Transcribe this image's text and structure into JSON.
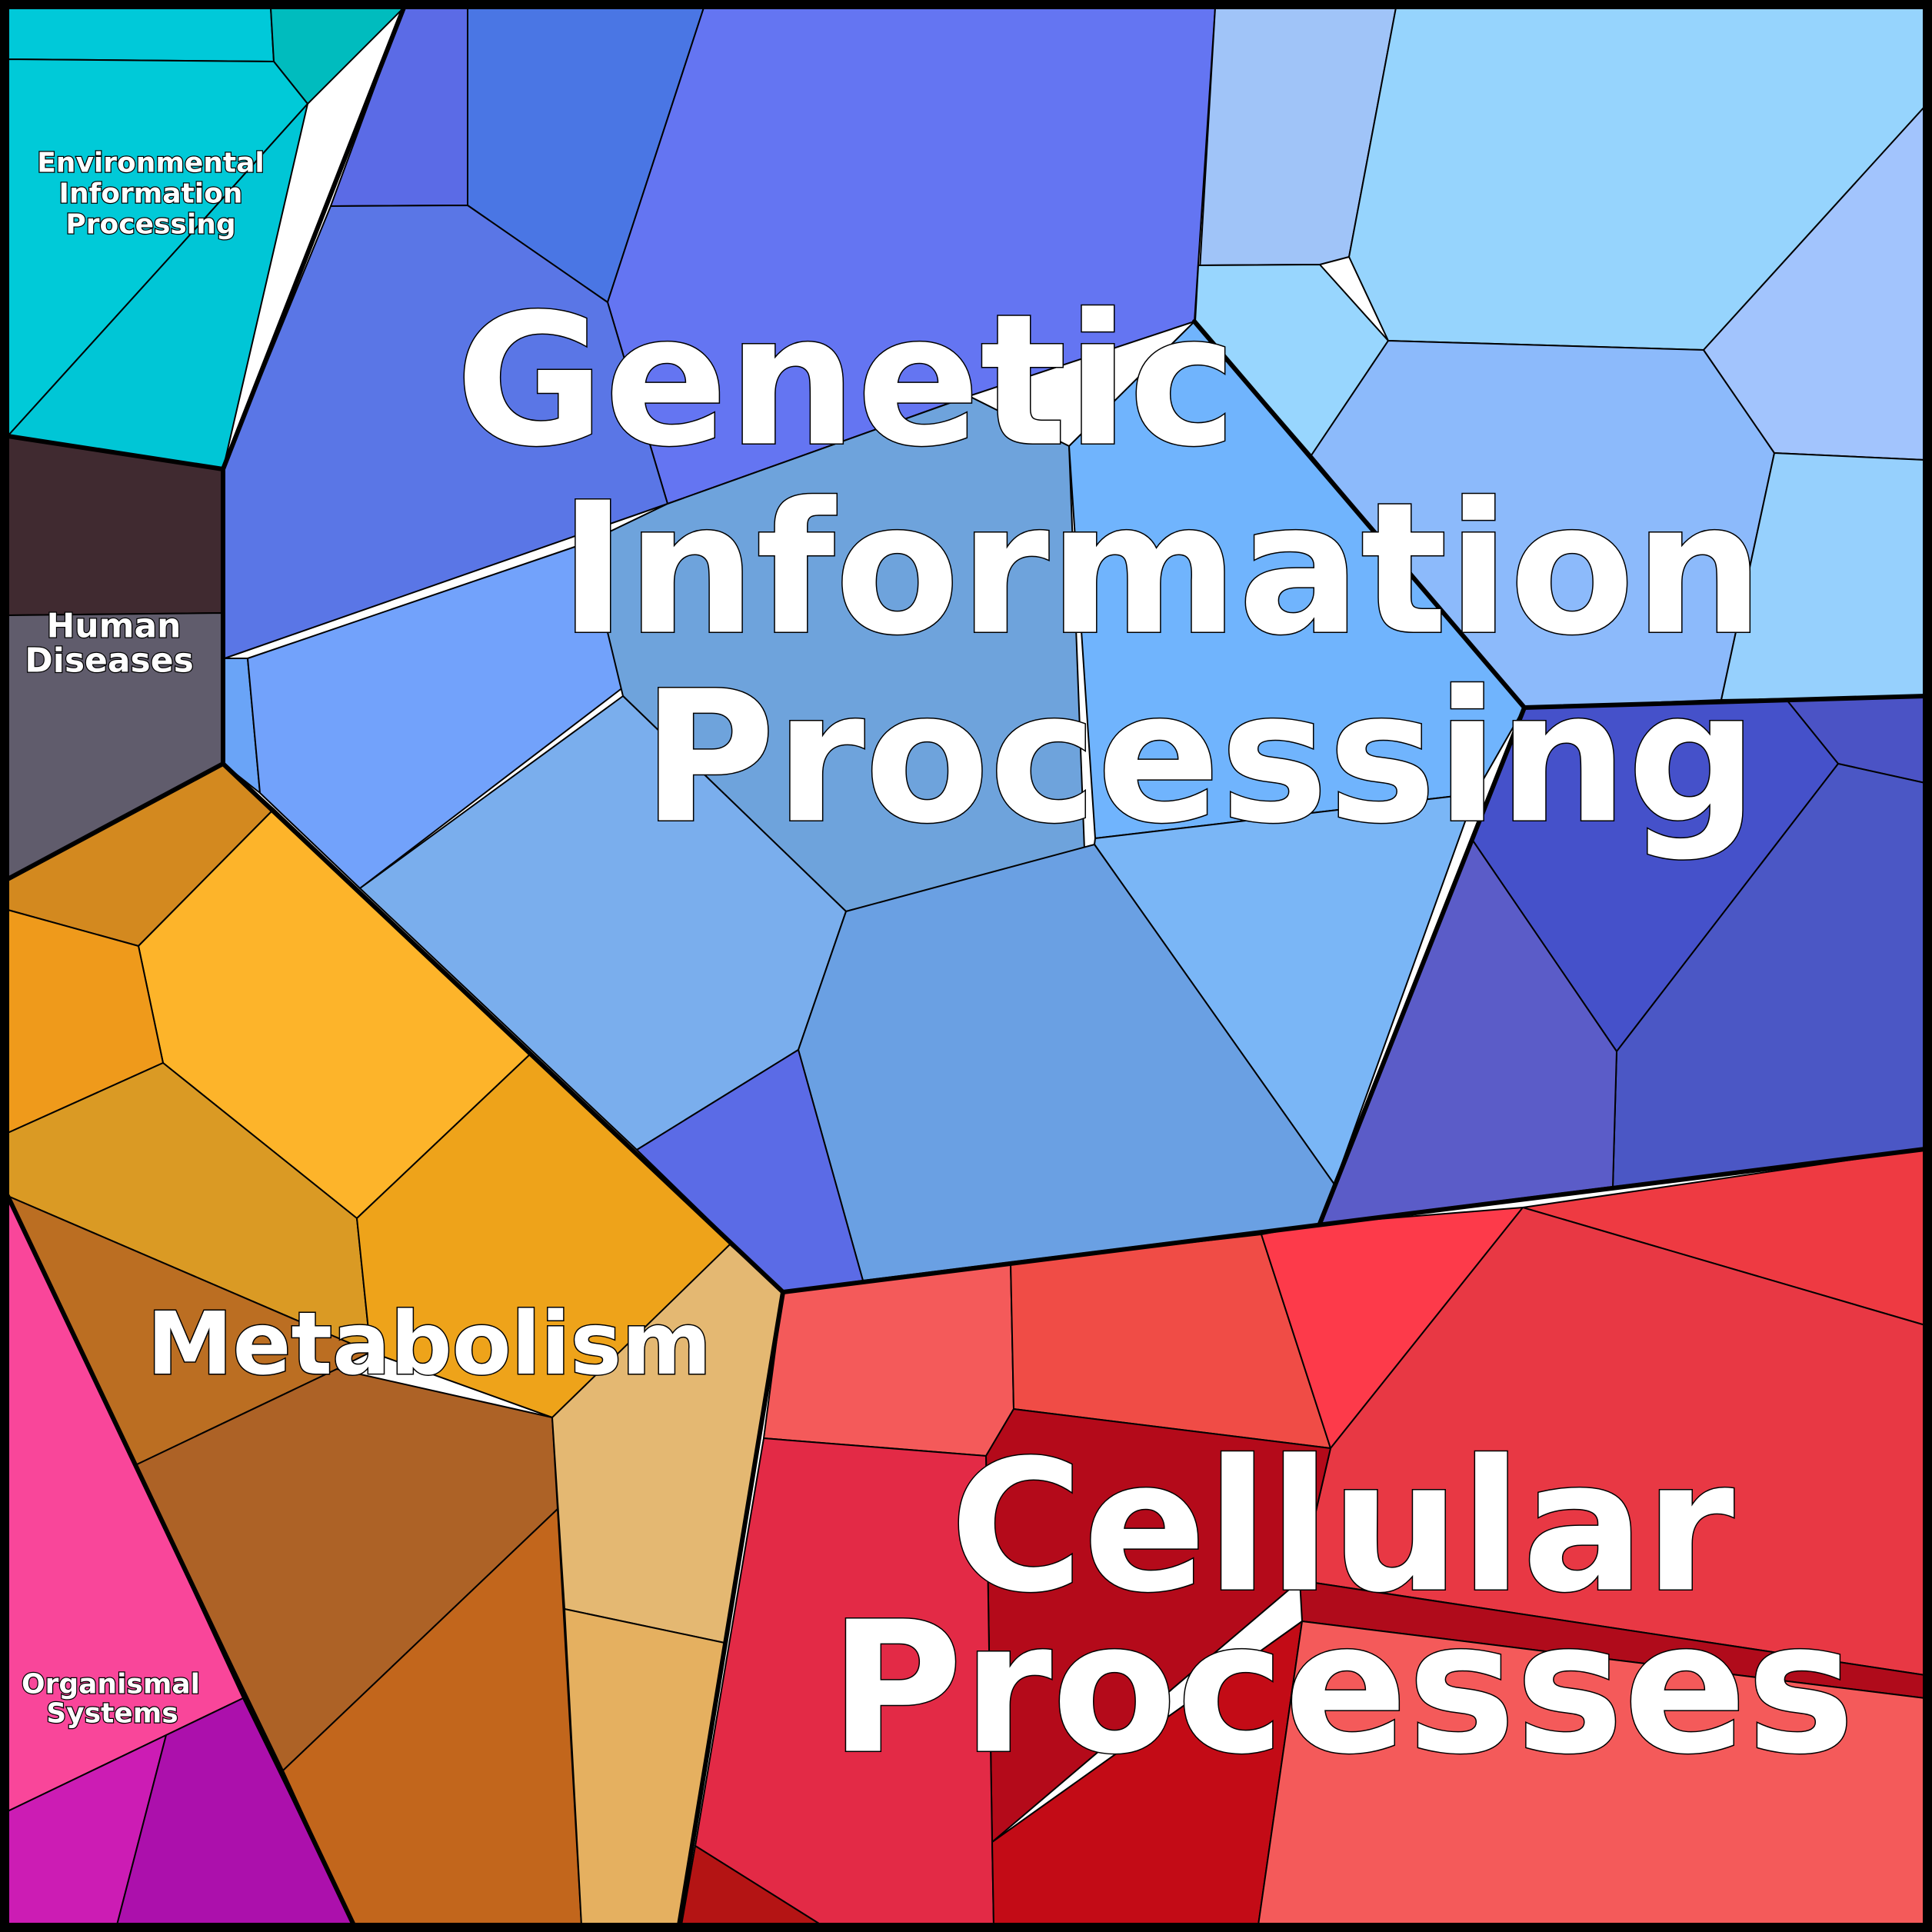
{
  "categories": [
    {
      "key": "genetic",
      "lines": [
        "Genetic",
        "Information",
        "Processing"
      ],
      "base_color": "#5b72e8",
      "palette": [
        "#5b6be6",
        "#4a76e4",
        "#6475f2",
        "#5a76e6",
        "#a0c4f8",
        "#96d4fd",
        "#98d6fe",
        "#8cbafb",
        "#a2c4fd",
        "#96d0fd",
        "#4b53c5",
        "#4551ca",
        "#4b57c5",
        "#5b5cc8",
        "#6aa4f7",
        "#72a2fb",
        "#6ea3dc",
        "#70b4fd",
        "#7ab6f6",
        "#7aaeed",
        "#6aa0e3"
      ]
    },
    {
      "key": "cellular",
      "lines": [
        "Cellular",
        "Processes"
      ],
      "base_color": "#e23040",
      "palette": [
        "#f45a5a",
        "#f04c46",
        "#fd3a4a",
        "#ee3a42",
        "#e83844",
        "#b40a1a",
        "#b00b1b",
        "#e32a46",
        "#b41414",
        "#c30b16"
      ]
    },
    {
      "key": "metabolism",
      "lines": [
        "Metabolism"
      ],
      "base_color": "#e0982a",
      "palette": [
        "#d3891f",
        "#fdb42a",
        "#ef9a1b",
        "#da9a24",
        "#eea31a",
        "#bb6e22",
        "#ad6226",
        "#c2661c",
        "#e4b872",
        "#e5b060"
      ]
    },
    {
      "key": "environmental",
      "lines": [
        "Environmental",
        "Information",
        "Processing"
      ],
      "base_color": "#00c8d8",
      "palette": [
        "#00c9d9",
        "#00bcbe",
        "#00cad8",
        "#00c6d6"
      ]
    },
    {
      "key": "human",
      "lines": [
        "Human",
        "Diseases"
      ],
      "base_color": "#403038",
      "palette": [
        "#402a30",
        "#605c6c"
      ]
    },
    {
      "key": "organismal",
      "lines": [
        "Organismal",
        "Systems"
      ],
      "base_color": "#fa4898",
      "palette": [
        "#f9469a",
        "#cc1cb4",
        "#ac10ac"
      ]
    }
  ]
}
